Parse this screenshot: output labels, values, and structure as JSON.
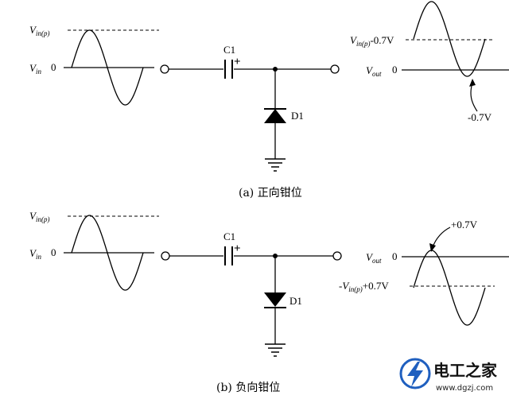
{
  "panel_a": {
    "input": {
      "label_vin": "V",
      "label_vin_sub": "in",
      "label_vinp": "V",
      "label_vinp_sub": "in(p)",
      "zero": "0"
    },
    "circuit": {
      "capacitor": "C1",
      "plus": "+",
      "diode": "D1"
    },
    "output": {
      "label_vout": "V",
      "label_vout_sub": "out",
      "label_peak_pre": "V",
      "label_peak_sub": "in(p)",
      "label_peak_post": "-0.7V",
      "zero": "0",
      "annotation": "-0.7V"
    },
    "caption": "(a) 正向钳位"
  },
  "panel_b": {
    "input": {
      "label_vin": "V",
      "label_vin_sub": "in",
      "label_vinp": "V",
      "label_vinp_sub": "in(p)",
      "zero": "0"
    },
    "circuit": {
      "capacitor": "C1",
      "plus": "+",
      "diode": "D1"
    },
    "output": {
      "label_vout": "V",
      "label_vout_sub": "out",
      "label_peak_pre": "-V",
      "label_peak_sub": "in(p)",
      "label_peak_post": "+0.7V",
      "zero": "0",
      "annotation": "+0.7V"
    },
    "caption": "(b) 负向钳位"
  },
  "watermark": {
    "name": "电工之家",
    "url": "www.dgzj.com"
  }
}
